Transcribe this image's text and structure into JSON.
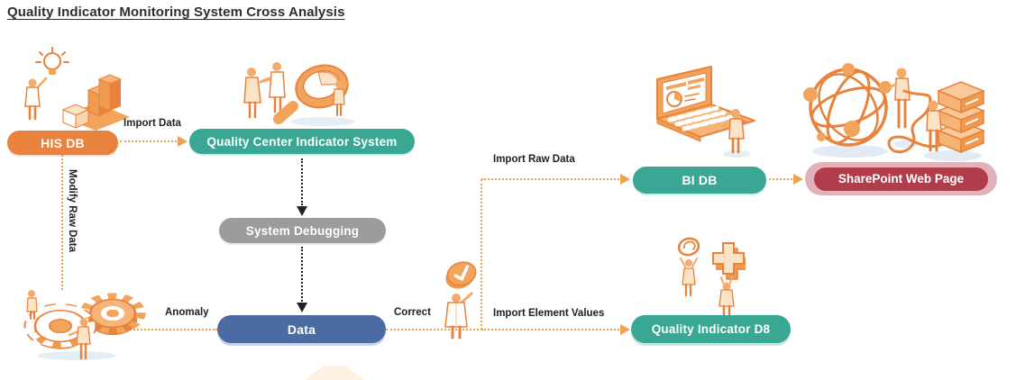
{
  "title": "Quality Indicator Monitoring System Cross Analysis",
  "nodes": {
    "his_db": {
      "label": "HIS DB",
      "color": "#E8823C"
    },
    "quality_center_indicator_system": {
      "label": "Quality Center Indicator System",
      "color": "#3AA795"
    },
    "system_debugging": {
      "label": "System Debugging",
      "color": "#9C9C9C"
    },
    "data": {
      "label": "Data",
      "color": "#4A6CA3"
    },
    "bi_db": {
      "label": "BI DB",
      "color": "#3AA795"
    },
    "sharepoint_web_page": {
      "label": "SharePoint Web Page",
      "color": "#B23C49",
      "ring_color": "#E2B2BB"
    },
    "quality_indicator_d8": {
      "label": "Quality Indicator D8",
      "color": "#3AA795"
    }
  },
  "edge_labels": {
    "import_data": "Import Data",
    "modify_raw_data": "Modify Raw Data",
    "anomaly": "Anomaly",
    "correct": "Correct",
    "import_raw_data": "Import Raw Data",
    "import_element_values": "Import Element Values"
  },
  "icons": {
    "his_db": "idea-person-bar-chart-icon",
    "quality_center": "handshake-magnifier-icon",
    "anomaly_process": "gears-workers-icon",
    "correct_check": "person-check-coin-icon",
    "bi_db": "laptop-analytics-icon",
    "sharepoint": "globe-network-servers-icon",
    "quality_indicator": "people-coin-medical-cross-icon"
  },
  "colors": {
    "arrow_orange": "#F0A24E",
    "arrow_black": "#222222",
    "label_text": "#1F1F1F",
    "title_text": "#2E2E2E",
    "illustration_outline": "#E8823C",
    "background": "#FFFFFF"
  }
}
